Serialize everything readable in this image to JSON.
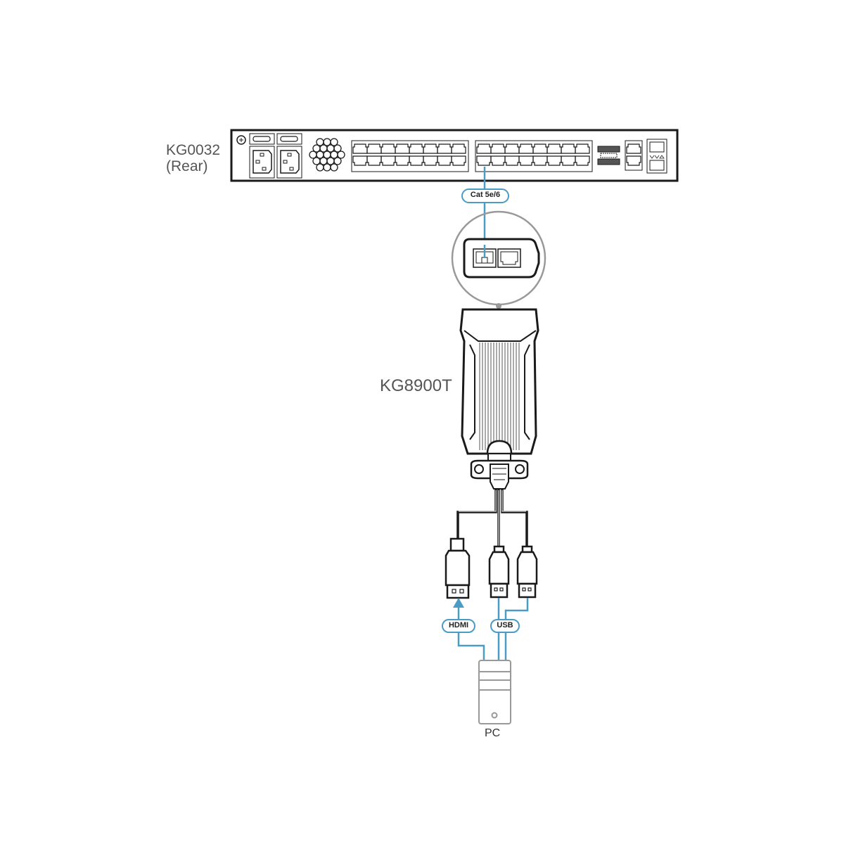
{
  "diagram": {
    "type": "connection-diagram",
    "devices": {
      "switch": {
        "name": "KG0032",
        "view": "(Rear)"
      },
      "adapter": {
        "name": "KG8900T"
      },
      "computer": {
        "name": "PC"
      }
    },
    "cables": {
      "network": "Cat 5e/6",
      "video": "HDMI",
      "usb": "USB"
    },
    "colors": {
      "cable_accent": "#4a9cc4",
      "outline": "#1a1a1a",
      "pc_outline": "#999999",
      "label_text": "#555555"
    },
    "ports": {
      "rj45_bank_1_count": 16,
      "rj45_bank_2_count": 16
    }
  }
}
